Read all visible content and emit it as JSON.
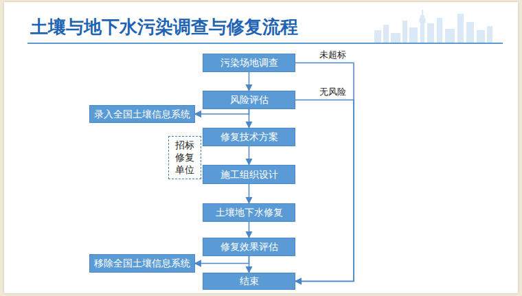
{
  "diagram": {
    "title": "土壤与地下水污染调查与修复流程",
    "nodes": [
      {
        "text": [
          "污染场地调查"
        ]
      },
      {
        "text": [
          "风险评估"
        ]
      },
      {
        "text": [
          "录入全国土壤信息系统"
        ]
      },
      {
        "text": [
          "修复技术方案"
        ]
      },
      {
        "text": [
          "招标修复单位"
        ]
      },
      {
        "text": [
          "施工组织设计"
        ]
      },
      {
        "text": [
          "土壤地下水修复"
        ]
      },
      {
        "text": [
          "修复效果评估"
        ]
      },
      {
        "text": [
          "移除全国土壤信息系统"
        ]
      },
      {
        "text": [
          "结束"
        ]
      }
    ],
    "edges": [
      {
        "from": 0,
        "to": 1,
        "arrow": "to"
      },
      {
        "from": 1,
        "to": 3,
        "arrow": "to"
      },
      {
        "from": 3,
        "to": 5,
        "arrow": "to"
      },
      {
        "from": 5,
        "to": 6,
        "arrow": "to"
      },
      {
        "from": 6,
        "to": 7,
        "arrow": "to"
      },
      {
        "from": 7,
        "to": 9,
        "arrow": "to"
      },
      {
        "from": 1,
        "to": 2,
        "arrow": "to"
      },
      {
        "from": 7,
        "to": 8,
        "arrow": "to"
      },
      {
        "from": 0,
        "to": 9,
        "label": "未超标",
        "arrow": "to"
      },
      {
        "from": 1,
        "to": 9,
        "label": "无风险",
        "arrow": "to"
      }
    ]
  }
}
